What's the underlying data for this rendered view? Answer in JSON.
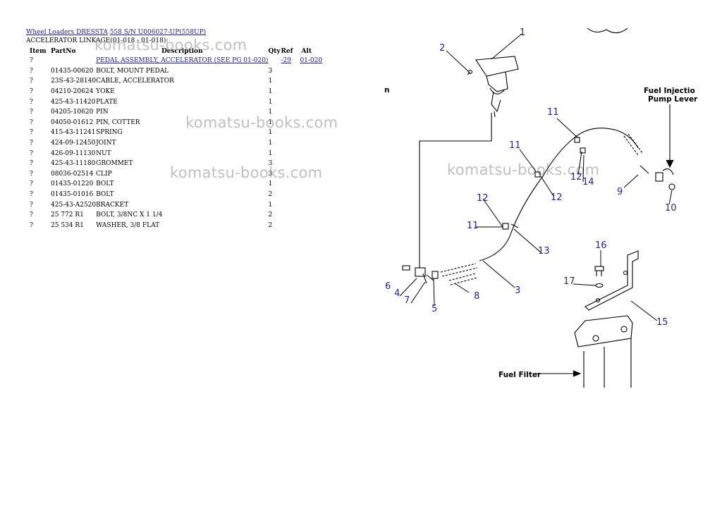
{
  "header": {
    "link1": "Wheel Loaders DRESSTA",
    "link2": "558 S/N U006027-UP(558UP)",
    "subtitle": "ACCELERATOR LINKAGE(01-018 - 01-018)"
  },
  "columns": [
    "Item",
    "PartNo",
    "Description",
    "Qty",
    "Ref",
    "Alt"
  ],
  "rows": [
    {
      "item": "?",
      "partno": "",
      "desc": "PEDAL ASSEMBLY, ACCELERATOR (SEE PG 01-020)",
      "qty": "",
      "ref": "-29",
      "alt": "01-020",
      "link": true
    },
    {
      "item": "?",
      "partno": "01435-00620",
      "desc": "BOLT, MOUNT PEDAL",
      "qty": "3",
      "ref": "",
      "alt": ""
    },
    {
      "item": "?",
      "partno": "23S-43-28140",
      "desc": "CABLE, ACCELERATOR",
      "qty": "1",
      "ref": "",
      "alt": ""
    },
    {
      "item": "?",
      "partno": "04210-20624",
      "desc": "YOKE",
      "qty": "1",
      "ref": "",
      "alt": ""
    },
    {
      "item": "?",
      "partno": "425-43-11420",
      "desc": "PLATE",
      "qty": "1",
      "ref": "",
      "alt": ""
    },
    {
      "item": "?",
      "partno": "04205-10620",
      "desc": "PIN",
      "qty": "1",
      "ref": "",
      "alt": ""
    },
    {
      "item": "?",
      "partno": "04050-01612",
      "desc": "PIN, COTTER",
      "qty": "1",
      "ref": "",
      "alt": ""
    },
    {
      "item": "?",
      "partno": "415-43-11241",
      "desc": "SPRING",
      "qty": "1",
      "ref": "",
      "alt": ""
    },
    {
      "item": "?",
      "partno": "424-09-12450",
      "desc": "JOINT",
      "qty": "1",
      "ref": "",
      "alt": ""
    },
    {
      "item": "?",
      "partno": "426-09-11130",
      "desc": "NUT",
      "qty": "1",
      "ref": "",
      "alt": ""
    },
    {
      "item": "?",
      "partno": "425-43-11180",
      "desc": "GROMMET",
      "qty": "3",
      "ref": "",
      "alt": ""
    },
    {
      "item": "?",
      "partno": "08036-02514",
      "desc": "CLIP",
      "qty": "3",
      "ref": "",
      "alt": ""
    },
    {
      "item": "?",
      "partno": "01435-01220",
      "desc": "BOLT",
      "qty": "1",
      "ref": "",
      "alt": ""
    },
    {
      "item": "?",
      "partno": "01435-01016",
      "desc": "BOLT",
      "qty": "2",
      "ref": "",
      "alt": ""
    },
    {
      "item": "?",
      "partno": "425-43-A2520",
      "desc": "BRACKET",
      "qty": "1",
      "ref": "",
      "alt": ""
    },
    {
      "item": "?",
      "partno": "25 772 R1",
      "desc": "BOLT, 3/8NC X 1 1/4",
      "qty": "2",
      "ref": "",
      "alt": ""
    },
    {
      "item": "?",
      "partno": "25 534 R1",
      "desc": "WASHER, 3/8 FLAT",
      "qty": "2",
      "ref": "",
      "alt": ""
    }
  ],
  "watermark": "komatsu-books.com",
  "diagram": {
    "callouts": [
      "1",
      "2",
      "3",
      "4",
      "5",
      "6",
      "7",
      "8",
      "9",
      "10",
      "11",
      "11",
      "11",
      "12",
      "12",
      "12",
      "13",
      "14",
      "15",
      "16",
      "17"
    ],
    "labels": {
      "fuel_injection_1": "Fuel Injectio",
      "fuel_injection_2": "Pump Lever",
      "fuel_filter": "Fuel Filter",
      "edge_mark": "n"
    }
  }
}
